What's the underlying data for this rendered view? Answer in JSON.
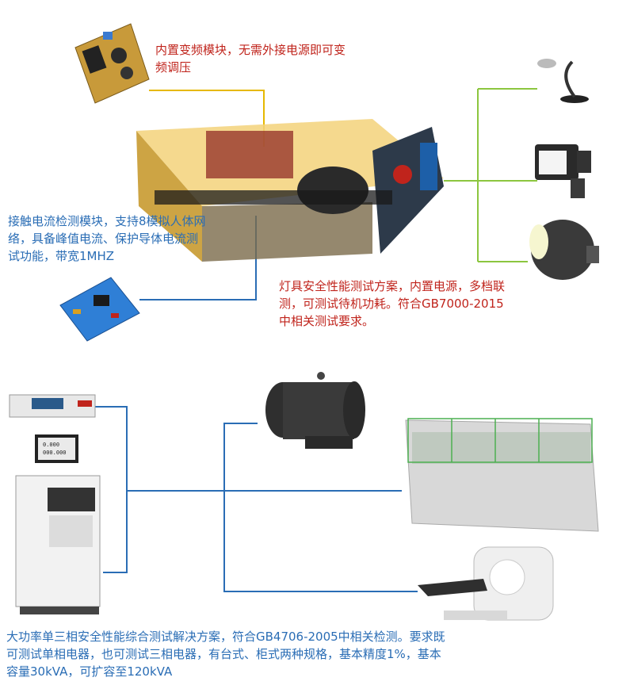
{
  "captions": {
    "module_inverter": "内置变频模块，无需外接电源即可变频调压",
    "module_contact": "接触电流检测模块，支持8模拟人体网络，具备峰值电流、保护导体电流测试功能，带宽1MHZ",
    "lamp_solution": "灯具安全性能测试方案，内置电源，多档联测，可测试待机功耗。符合GB7000-2015中相关测试要求。",
    "three_phase_solution": "大功率单三相安全性能综合测试解决方案，符合GB4706-2005中相关检测。要求既可测试单相电器，也可测试三相电器，有台式、柜式两种规格，基本精度1%，基本容量30kVA，可扩容至120kVA"
  },
  "cabinet_screen": [
    "0.000",
    "000.000"
  ],
  "colors": {
    "caption_red": "#c0241c",
    "caption_blue": "#2a6db5",
    "yellow_line": "#e6b800",
    "green_line": "#8cc63f",
    "blue_line": "#2a6db5"
  }
}
